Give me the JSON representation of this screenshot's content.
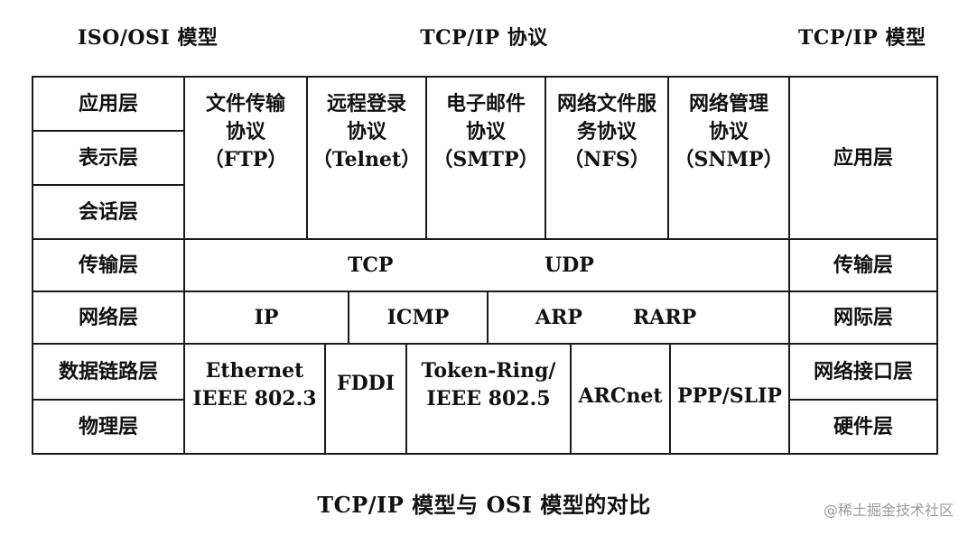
{
  "headers": {
    "osi": "ISO/OSI 模型",
    "protocols": "TCP/IP 协议",
    "tcpip": "TCP/IP 模型"
  },
  "osi_layers": [
    "应用层",
    "表示层",
    "会话层",
    "传输层",
    "网络层",
    "数据链路层",
    "物理层"
  ],
  "application_protocols": [
    "文件传输\n协议\n（FTP）",
    "远程登录\n协议\n（Telnet）",
    "电子邮件\n协议\n（SMTP）",
    "网络文件服\n务协议\n（NFS）",
    "网络管理\n协议\n（SNMP）"
  ],
  "transport_protocols": {
    "tcp": "TCP",
    "udp": "UDP"
  },
  "network_protocols": {
    "ip": "IP",
    "icmp": "ICMP",
    "arp": "ARP",
    "rarp": "RARP"
  },
  "link_protocols": [
    "Ethernet\nIEEE 802.3",
    "FDDI",
    "Token-Ring/\nIEEE 802.5",
    "ARCnet",
    "PPP/SLIP"
  ],
  "tcpip_layers": [
    "应用层",
    "传输层",
    "网际层",
    "网络接口层",
    "硬件层"
  ],
  "caption": "TCP/IP 模型与 OSI 模型的对比",
  "watermark": "@稀土掘金技术社区"
}
